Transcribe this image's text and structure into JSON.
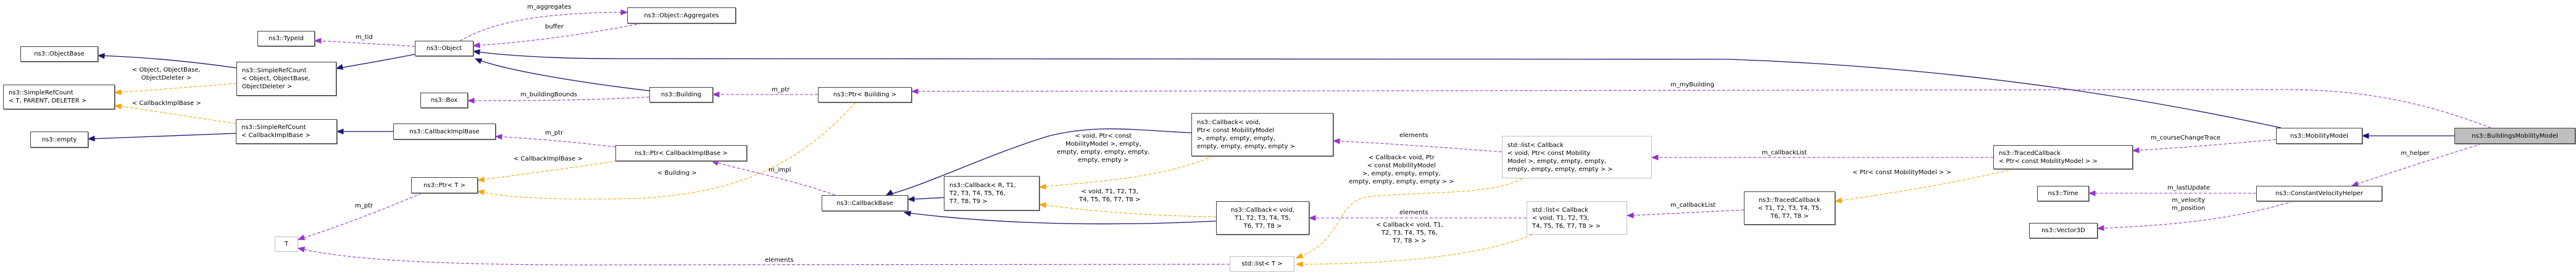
{
  "title": "ns3::BuildingsMobilityModel",
  "colors": {
    "inheritance": "#191970",
    "template": "#ffa500",
    "usage": "#9a32cd",
    "focus_fill": "#bfbfbf"
  },
  "nodes": {
    "typeid": [
      "ns3::TypeId"
    ],
    "objectbase": [
      "ns3::ObjectBase"
    ],
    "src_object": [
      "ns3::SimpleRefCount",
      "< Object, ObjectBase,",
      "ObjectDeleter >"
    ],
    "src_t": [
      "ns3::SimpleRefCount",
      "< T, PARENT, DELETER >"
    ],
    "src_cbimpl": [
      "ns3::SimpleRefCount",
      "< CallbackImplBase >"
    ],
    "empty": [
      "ns3::empty"
    ],
    "object": [
      "ns3::Object"
    ],
    "callbackimplbase": [
      "ns3::CallbackImplBase"
    ],
    "box": [
      "ns3::Box"
    ],
    "ptr_t": [
      "ns3::Ptr< T >"
    ],
    "t": [
      "T"
    ],
    "aggregates": [
      "ns3::Object::Aggregates"
    ],
    "building": [
      "ns3::Building"
    ],
    "ptr_building": [
      "ns3::Ptr< Building >"
    ],
    "ptr_cbimpl": [
      "ns3::Ptr< CallbackImplBase >"
    ],
    "callbackbase": [
      "ns3::CallbackBase"
    ],
    "callback_r": [
      "ns3::Callback< R, T1,",
      "T2, T3, T4, T5, T6,",
      "T7, T8, T9 >"
    ],
    "callback_ptr": [
      "ns3::Callback< void,",
      "Ptr< const MobilityModel",
      ">, empty, empty, empty,",
      "empty, empty, empty, empty >"
    ],
    "callback_void": [
      "ns3::Callback< void,",
      "T1, T2, T3, T4, T5,",
      "T6, T7, T8 >"
    ],
    "list_t": [
      "std::list< T >"
    ],
    "list_cb_ptr": [
      "std::list< Callback",
      "< void, Ptr< const Mobility",
      "Model >, empty, empty, empty,",
      "empty, empty, empty, empty > >"
    ],
    "list_cb_void": [
      "std::list< Callback",
      "< void, T1, T2, T3,",
      "T4, T5, T6, T7, T8 > >"
    ],
    "traced_ptr": [
      "ns3::TracedCallback",
      "< Ptr< const MobilityModel > >"
    ],
    "traced_t": [
      "ns3::TracedCallback",
      "< T1, T2, T3, T4, T5,",
      "T6, T7, T8 >"
    ],
    "time": [
      "ns3::Time"
    ],
    "vector3d": [
      "ns3::Vector3D"
    ],
    "mobilitymodel": [
      "ns3::MobilityModel"
    ],
    "buildingsmobilitymodel": [
      "ns3::BuildingsMobilityModel"
    ],
    "cvh": [
      "ns3::ConstantVelocityHelper"
    ]
  },
  "edge_labels": {
    "m_tid": [
      "m_tid"
    ],
    "m_aggregates": [
      "m_aggregates"
    ],
    "buffer": [
      "buffer"
    ],
    "m_buildingBounds": [
      "m_buildingBounds"
    ],
    "m_ptr_building": [
      "m_ptr"
    ],
    "m_ptr_cbimpl": [
      "m_ptr"
    ],
    "m_ptr_t": [
      "m_ptr"
    ],
    "tpl_object": [
      "< Object, ObjectBase,",
      "ObjectDeleter >"
    ],
    "tpl_cbimpl_src": [
      "< CallbackImplBase >"
    ],
    "tpl_cbimpl_ptr": [
      "< CallbackImplBase >"
    ],
    "tpl_building": [
      "< Building >"
    ],
    "m_impl": [
      "m_impl"
    ],
    "elements_t": [
      "elements"
    ],
    "tpl_callback_ptr": [
      "< void, Ptr< const",
      "MobilityModel >, empty,",
      "empty, empty, empty, empty,",
      "empty, empty >"
    ],
    "tpl_callback_void": [
      "< void, T1, T2, T3,",
      "T4, T5, T6, T7, T8 >"
    ],
    "elements_ptr": [
      "elements"
    ],
    "tpl_list_ptr": [
      "< Callback< void, Ptr",
      "< const MobilityModel",
      ">, empty, empty, empty,",
      "empty, empty, empty, empty > >"
    ],
    "elements_void": [
      "elements"
    ],
    "tpl_list_void": [
      "< Callback< void, T1,",
      "T2, T3, T4, T5, T6,",
      "T7, T8 > >"
    ],
    "m_myBuilding": [
      "m_myBuilding"
    ],
    "m_callbackList_1": [
      "m_callbackList"
    ],
    "m_callbackList_2": [
      "m_callbackList"
    ],
    "tpl_traced": [
      "< Ptr< const MobilityModel > >"
    ],
    "m_courseChangeTrace": [
      "m_courseChangeTrace"
    ],
    "m_helper": [
      "m_helper"
    ],
    "m_lastUpdate": [
      "m_lastUpdate"
    ],
    "m_velocity_position": [
      "m_velocity",
      "m_position"
    ]
  }
}
